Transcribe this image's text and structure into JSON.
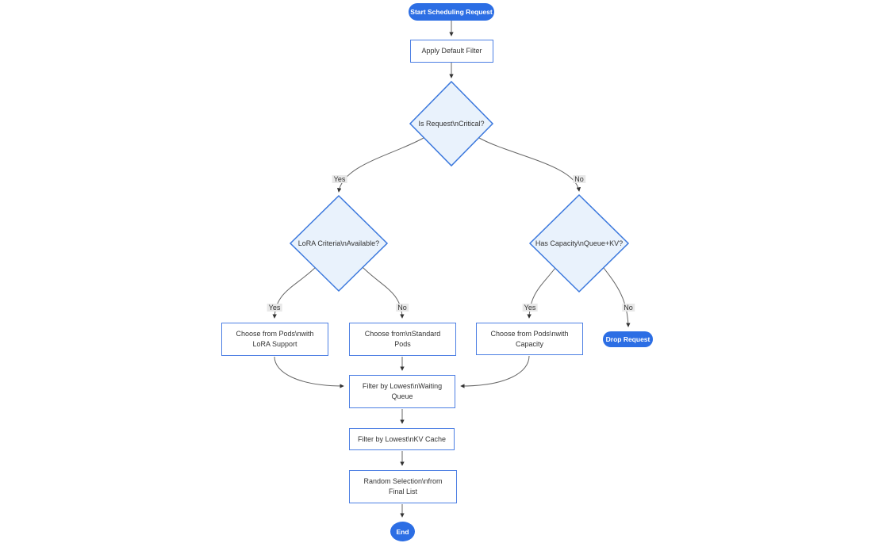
{
  "nodes": {
    "start": {
      "label": "Start Scheduling Request"
    },
    "apply_filter": {
      "lines": [
        "Apply Default Filter"
      ]
    },
    "is_critical": {
      "label": "Is Request\\nCritical?"
    },
    "lora_criteria": {
      "label": "LoRA Criteria\\nAvailable?"
    },
    "has_capacity": {
      "label": "Has Capacity\\nQueue+KV?"
    },
    "choose_lora": {
      "lines": [
        "Choose from Pods\\nwith",
        "LoRA Support"
      ]
    },
    "choose_standard": {
      "lines": [
        "Choose from\\nStandard",
        "Pods"
      ]
    },
    "choose_capacity": {
      "lines": [
        "Choose from Pods\\nwith",
        "Capacity"
      ]
    },
    "drop_request": {
      "label": "Drop Request"
    },
    "filter_queue": {
      "lines": [
        "Filter by Lowest\\nWaiting",
        "Queue"
      ]
    },
    "filter_kv": {
      "lines": [
        "Filter by Lowest\\nKV Cache"
      ]
    },
    "random_selection": {
      "lines": [
        "Random Selection\\nfrom",
        "Final List"
      ]
    },
    "end": {
      "label": "End"
    }
  },
  "edge_labels": {
    "critical_yes": "Yes",
    "critical_no": "No",
    "lora_yes": "Yes",
    "lora_no": "No",
    "capacity_yes": "Yes",
    "capacity_no": "No"
  },
  "colors": {
    "pill_fill": "#2c6ee4",
    "pill_text": "#ffffff",
    "rect_fill": "#ffffff",
    "rect_border": "#4d7fe3",
    "diamond_fill": "#e9f2fc",
    "diamond_border": "#3b78dd",
    "edge_line": "#666666",
    "arrowhead": "#333333",
    "node_text": "#333333",
    "edge_label_bg": "#e8e8e8"
  }
}
